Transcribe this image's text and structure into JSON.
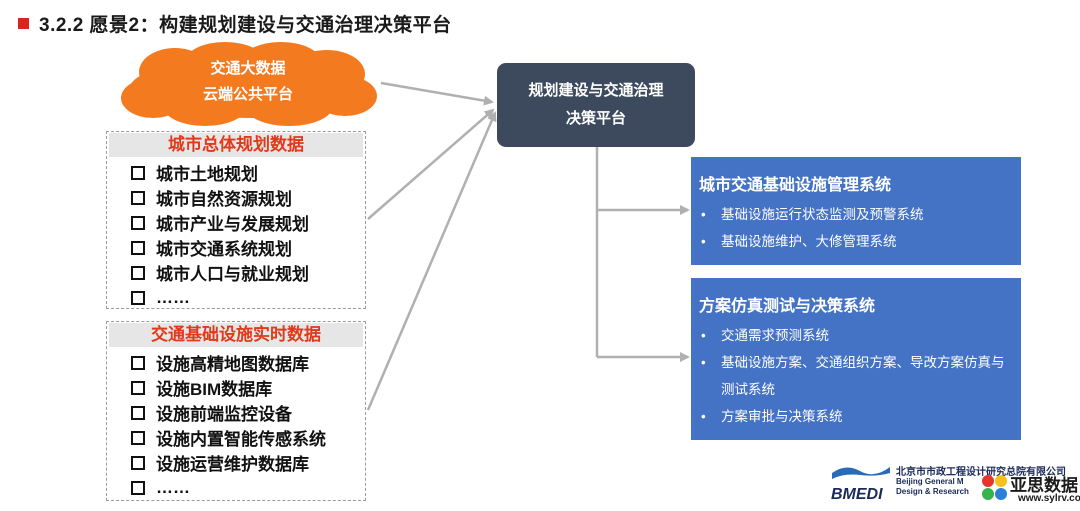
{
  "title": "3.2.2 愿景2：构建规划建设与交通治理决策平台",
  "colors": {
    "title_marker": "#d9261c",
    "cloud": "#f47a20",
    "header_text": "#e03a1a",
    "platform": "#3d4a5e",
    "system_box": "#4472c4",
    "arrow": "#b0b0b0"
  },
  "cloud": {
    "lines": [
      "交通大数据",
      "云端公共平台"
    ]
  },
  "planning_data": {
    "header": "城市总体规划数据",
    "items": [
      "城市土地规划",
      "城市自然资源规划",
      "城市产业与发展规划",
      "城市交通系统规划",
      "城市人口与就业规划",
      "……"
    ]
  },
  "infrastructure_data": {
    "header": "交通基础设施实时数据",
    "items": [
      "设施高精地图数据库",
      "设施BIM数据库",
      "设施前端监控设备",
      "设施内置智能传感系统",
      "设施运营维护数据库",
      "……"
    ]
  },
  "platform": {
    "lines": [
      "规划建设与交通治理",
      "决策平台"
    ]
  },
  "systems": [
    {
      "title": "城市交通基础设施管理系统",
      "items": [
        "基础设施运行状态监测及预警系统",
        "基础设施维护、大修管理系统"
      ]
    },
    {
      "title": "方案仿真测试与决策系统",
      "items": [
        "交通需求预测系统",
        "基础设施方案、交通组织方案、导改方案仿真与测试系统",
        "方案审批与决策系统"
      ]
    }
  ],
  "bullet": "•",
  "logo": {
    "mark_text": "BMEDI",
    "name_cn": "北京市市政工程设计研究总院有限公司",
    "name_en_1": "Beijing General M",
    "name_en_2": "Design & Research"
  },
  "watermark": {
    "text": "亚思数据",
    "url": "www.sylrv.com"
  }
}
